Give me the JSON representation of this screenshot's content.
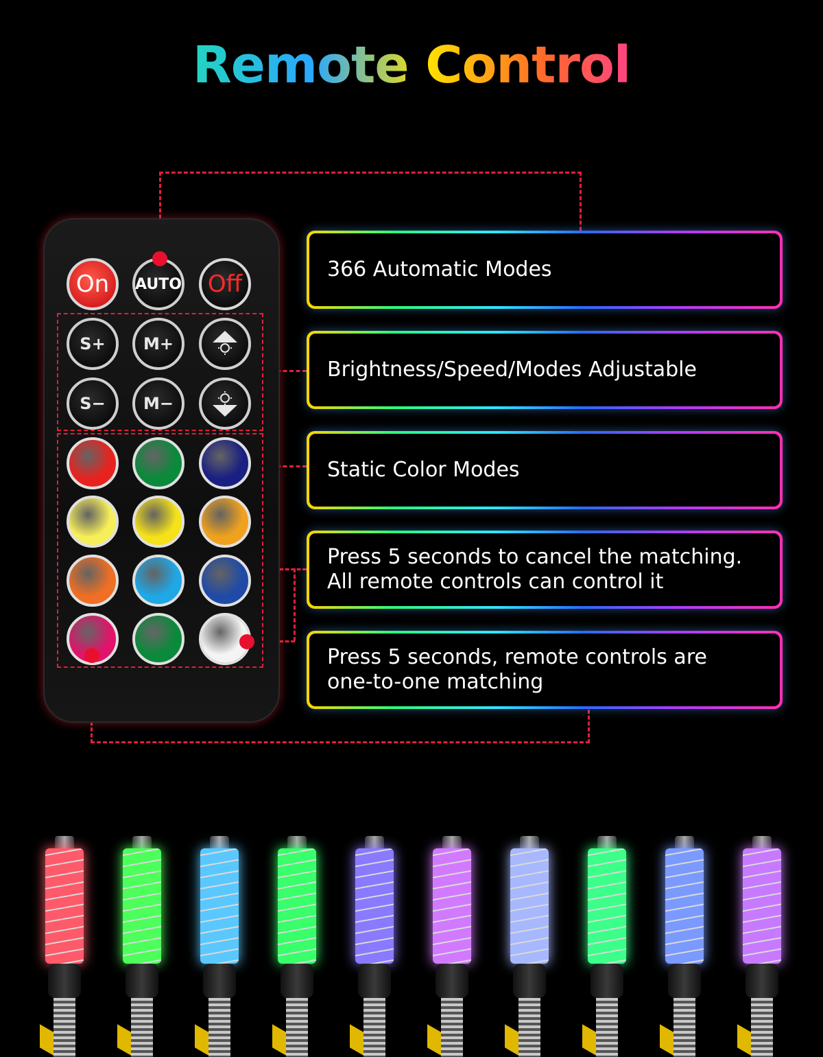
{
  "title": "Remote Control",
  "remote": {
    "on_label": "On",
    "auto_label": "AUTO",
    "off_label": "Off",
    "speed_up_label": "S+",
    "mode_up_label": "M+",
    "speed_down_label": "S−",
    "mode_down_label": "M−",
    "color_buttons": [
      "#e8231f",
      "#0a8a3a",
      "#1a1f82",
      "#f7ef5a",
      "#f5e21a",
      "#f0a21e",
      "#ef6f24",
      "#1fa7e6",
      "#1f4aa6",
      "#e0146a",
      "#0a8a3a",
      "#f4f4f4"
    ]
  },
  "features": [
    {
      "line1": "366 Automatic Modes",
      "line2": ""
    },
    {
      "line1": "Brightness/Speed/Modes Adjustable",
      "line2": ""
    },
    {
      "line1": "Static Color Modes",
      "line2": ""
    },
    {
      "line1": "Press 5 seconds to cancel the matching.",
      "line2": "All remote controls can control it"
    },
    {
      "line1": "Press 5 seconds, remote controls are",
      "line2": "one-to-one matching"
    }
  ],
  "lamp_colors": [
    "#ff5a6a",
    "#4cff5a",
    "#5ac8ff",
    "#38ff6a",
    "#8a7aff",
    "#d27aff",
    "#a7b8ff",
    "#3cff8a",
    "#7a9aff",
    "#c77aff"
  ]
}
